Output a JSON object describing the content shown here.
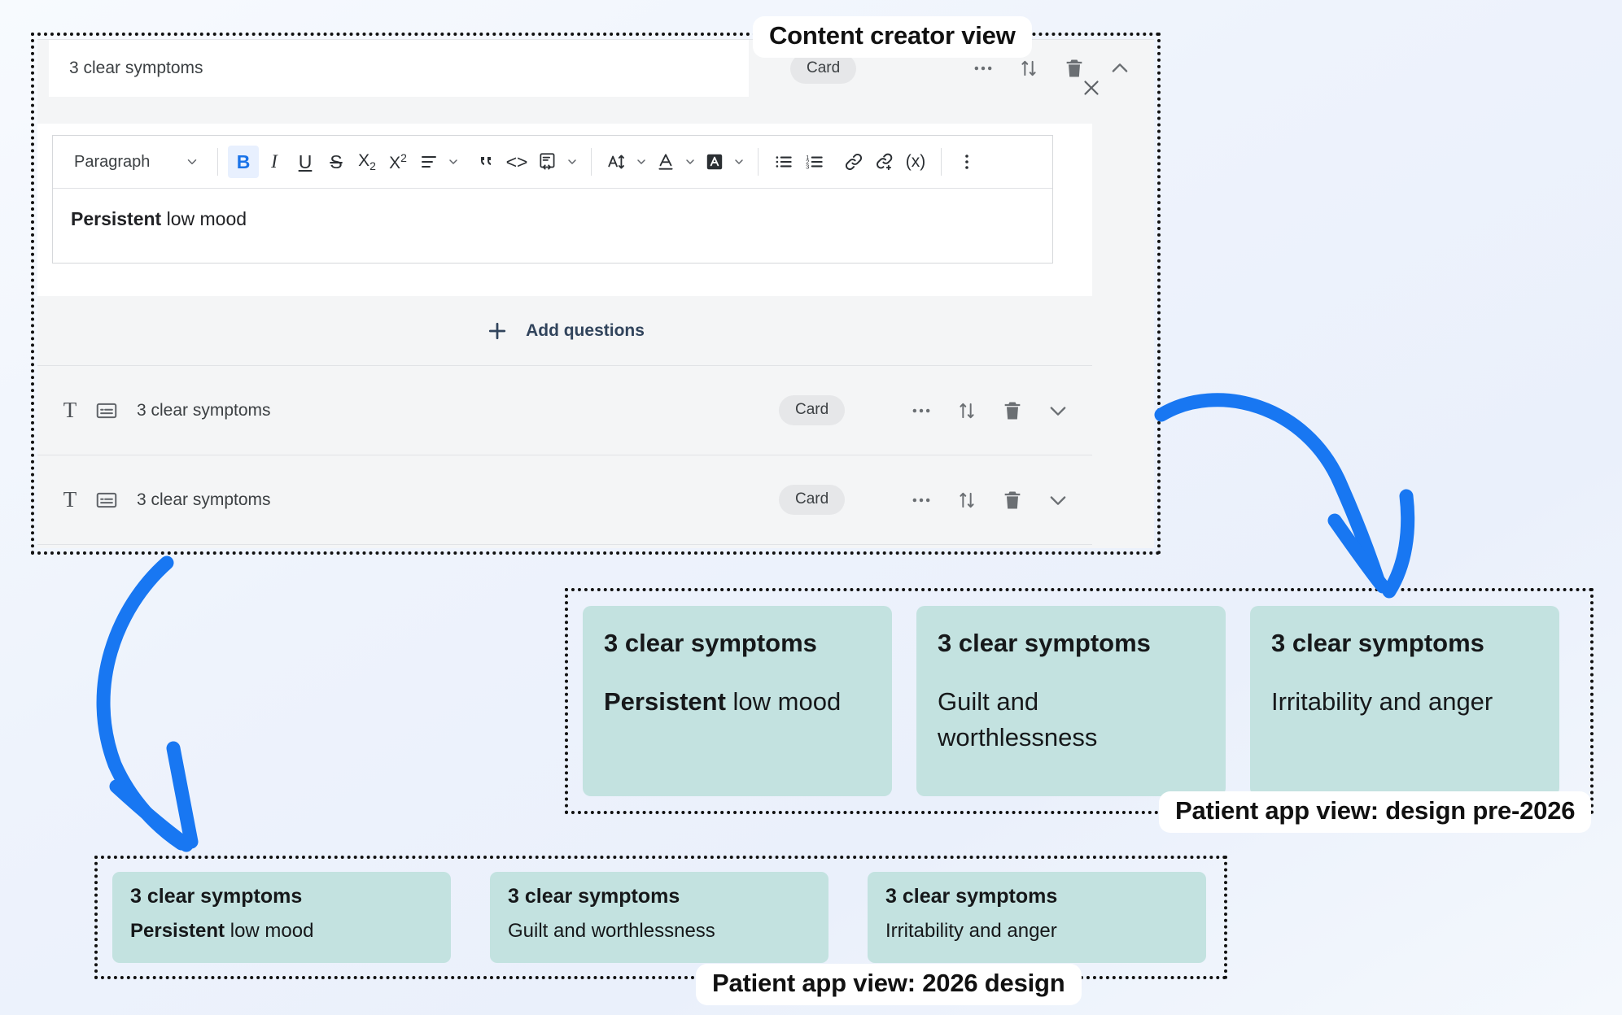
{
  "annotations": {
    "creator_label": "Content creator view",
    "pre2026_label": "Patient app view: design pre-2026",
    "y2026_label": "Patient app view: 2026 design"
  },
  "creator": {
    "card_title_value": "3 clear symptoms",
    "badge": "Card",
    "toolbar": {
      "block_style": "Paragraph",
      "bold": "B",
      "italic": "I",
      "underline": "U",
      "strikethrough": "S",
      "subscript": "X₂",
      "superscript": "X²",
      "quote": "““",
      "code": "<>",
      "formula": "(x)"
    },
    "editor_text_bold": "Persistent",
    "editor_text_rest": " low mood",
    "add_questions": "Add questions",
    "rows": [
      {
        "label": "3 clear symptoms",
        "badge": "Card"
      },
      {
        "label": "3 clear symptoms",
        "badge": "Card"
      }
    ]
  },
  "pre2026_cards": [
    {
      "title": "3 clear symptoms",
      "bold": "Persistent",
      "rest": " low mood"
    },
    {
      "title": "3 clear symptoms",
      "bold": "",
      "rest": "Guilt and worthlessness"
    },
    {
      "title": "3 clear symptoms",
      "bold": "",
      "rest": "Irritability and anger"
    }
  ],
  "y2026_cards": [
    {
      "title": "3 clear symptoms",
      "bold": "Persistent",
      "rest": " low mood"
    },
    {
      "title": "3 clear symptoms",
      "bold": "",
      "rest": "Guilt and worthlessness"
    },
    {
      "title": "3 clear symptoms",
      "bold": "",
      "rest": "Irritability and anger"
    }
  ],
  "colors": {
    "card_teal": "#c3e2e0",
    "arrow_blue": "#1877f2",
    "accent_blue": "#1a73e8"
  }
}
